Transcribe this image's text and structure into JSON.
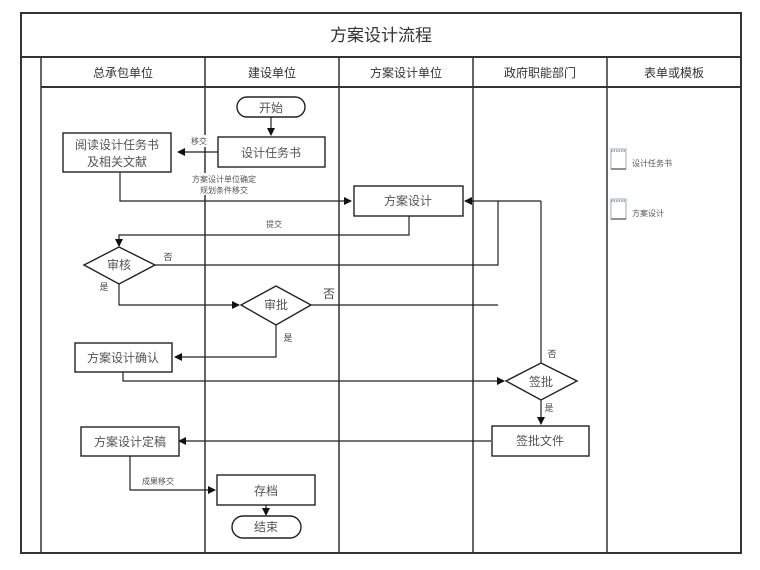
{
  "title": "方案设计流程",
  "lanes": [
    {
      "id": "general_contractor",
      "label": "总承包单位"
    },
    {
      "id": "client",
      "label": "建设单位"
    },
    {
      "id": "design_unit",
      "label": "方案设计单位"
    },
    {
      "id": "government",
      "label": "政府职能部门"
    },
    {
      "id": "forms",
      "label": "表单或模板"
    }
  ],
  "nodes": {
    "start": {
      "label": "开始",
      "shape": "terminator",
      "lane": "client"
    },
    "design_brief": {
      "label": "设计任务书",
      "shape": "process",
      "lane": "client"
    },
    "read_brief": {
      "label_line1": "阅读设计任务书",
      "label_line2": "及相关文献",
      "shape": "process",
      "lane": "general_contractor"
    },
    "scheme_design": {
      "label": "方案设计",
      "shape": "process",
      "lane": "design_unit"
    },
    "review": {
      "label": "审核",
      "shape": "decision",
      "lane": "general_contractor"
    },
    "approve": {
      "label": "审批",
      "shape": "decision",
      "lane": "client"
    },
    "confirm": {
      "label": "方案设计确认",
      "shape": "process",
      "lane": "general_contractor"
    },
    "sign_off": {
      "label": "签批",
      "shape": "decision",
      "lane": "government"
    },
    "sign_doc": {
      "label": "签批文件",
      "shape": "process",
      "lane": "government"
    },
    "finalize": {
      "label": "方案设计定稿",
      "shape": "process",
      "lane": "general_contractor"
    },
    "archive": {
      "label": "存档",
      "shape": "process",
      "lane": "client"
    },
    "end": {
      "label": "结束",
      "shape": "terminator",
      "lane": "client"
    }
  },
  "edge_labels": {
    "handover": "移交",
    "conditions_line1": "方案设计单位确定",
    "conditions_line2": "规划条件移交",
    "submit": "提交",
    "review_no": "否",
    "review_yes": "是",
    "approve_no": "否",
    "approve_yes": "是",
    "sign_no": "否",
    "sign_yes": "是",
    "results_handover": "成果移交"
  },
  "forms": [
    {
      "icon": "notepad-icon",
      "label": "设计任务书"
    },
    {
      "icon": "notepad-icon",
      "label": "方案设计"
    }
  ]
}
